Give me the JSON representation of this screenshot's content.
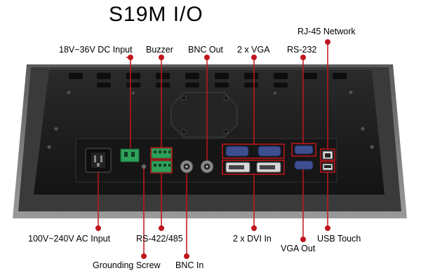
{
  "title": "S19M I/O",
  "labels": {
    "rj45_network": "RJ-45 Network",
    "dc_input": "18V~36V DC Input",
    "buzzer": "Buzzer",
    "bnc_out": "BNC Out",
    "vga_2x": "2 x VGA",
    "rs232": "RS-232",
    "ac_input": "100V~240V AC Input",
    "rs422_485": "RS-422/485",
    "dvi_2x": "2 x DVI In",
    "usb_touch": "USB Touch",
    "vga_out": "VGA Out",
    "grounding_screw": "Grounding Screw",
    "bnc_in": "BNC In"
  },
  "colors": {
    "callout": "#c0161d",
    "panel_dark": "#1e1e1e",
    "panel_mid": "#2b2b2b",
    "bezel": "#8a8a8a",
    "connector_green": "#2ea15a",
    "connector_blue": "#3d4f8f"
  }
}
